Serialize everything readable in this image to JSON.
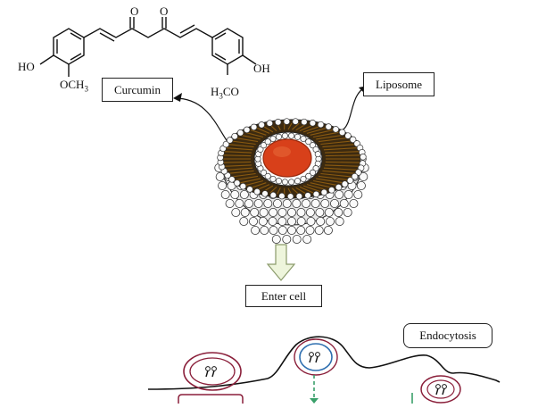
{
  "labels": {
    "curcumin": "Curcumin",
    "liposome": "Liposome",
    "enter_cell": "Enter cell",
    "endocytosis": "Endocytosis"
  },
  "molecule": {
    "ho_left": "HO",
    "och3": "OCH",
    "och3_sub": "3",
    "oh_right": "OH",
    "h3co_pre": "H",
    "h3co_sub": "3",
    "h3co_post": "CO",
    "o_left": "O",
    "o_right": "O"
  },
  "colors": {
    "core": "#d8401a",
    "core_shadow": "#b02d10",
    "lipid_tail": "#8a5a10",
    "lipid_band": "#3c2a10",
    "vesicle_outer": "#8a1f3a",
    "vesicle_blue": "#2f6fb0",
    "arrow_green": "#3aa06a",
    "down_arrow_fill": "#eef5dc",
    "down_arrow_stroke": "#8a9a6a"
  }
}
